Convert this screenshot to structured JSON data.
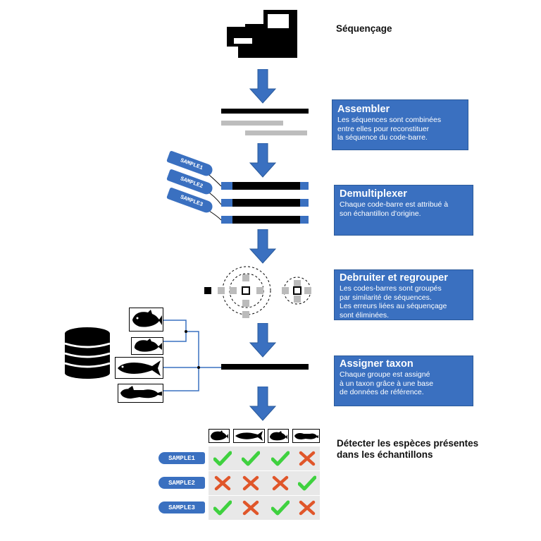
{
  "steps": {
    "sequencing": {
      "label": "Séquençage"
    },
    "assemble": {
      "title": "Assembler",
      "desc": "Les séquences sont combinées\nentre elles pour reconstituer\nla séquence du code-barre."
    },
    "demux": {
      "title": "Demultiplexer",
      "desc": "Chaque code-barre est attribué à\nson échantillon d’origine."
    },
    "dereplicate": {
      "title": "Debruiter et regrouper",
      "desc": "Les codes-barres sont groupés\npar similarité de séquences.\nLes erreurs liées au séquençage\nsont éliminées."
    },
    "taxon": {
      "title": "Assigner taxon",
      "desc": "Chaque groupe est assigné\nà un taxon grâce à une base\nde données de référence."
    },
    "detect": {
      "label": "Détecter les espèces présentes\ndans les échantillons"
    }
  },
  "sample_tags": [
    "SAMPLE1",
    "SAMPLE2",
    "SAMPLE3"
  ],
  "results": [
    {
      "sample": "SAMPLE1",
      "marks": [
        "check",
        "check",
        "check",
        "cross"
      ]
    },
    {
      "sample": "SAMPLE2",
      "marks": [
        "cross",
        "cross",
        "cross",
        "check"
      ]
    },
    {
      "sample": "SAMPLE3",
      "marks": [
        "check",
        "cross",
        "check",
        "cross"
      ]
    }
  ],
  "colors": {
    "accent": "#3a70c0",
    "check": "#3fd13f",
    "cross": "#e0562a",
    "row_bg": "#e8e8e8"
  },
  "icons": [
    "sequencer-icon",
    "database-icon",
    "fish-icon"
  ]
}
